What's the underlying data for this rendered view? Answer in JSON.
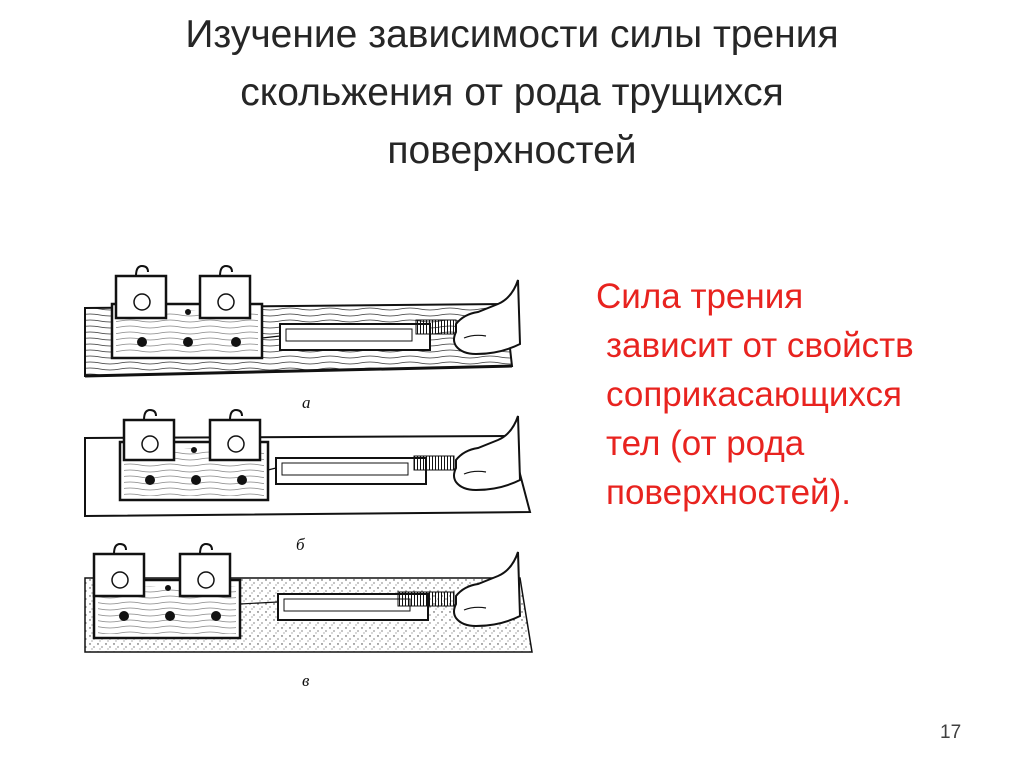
{
  "title": {
    "lines": [
      "Изучение зависимости силы трения",
      "скольжения от рода трущихся",
      "поверхностей"
    ]
  },
  "body": {
    "lines": [
      "Сила трения",
      "зависит от свойств",
      "соприкасающихся",
      "тел (от рода",
      "поверхностей)."
    ]
  },
  "figure": {
    "panel_labels": [
      "а",
      "б",
      "в"
    ]
  },
  "slide_number": "17",
  "colors": {
    "title": "#262626",
    "body": "#e8231f",
    "drawing": "#111111"
  }
}
